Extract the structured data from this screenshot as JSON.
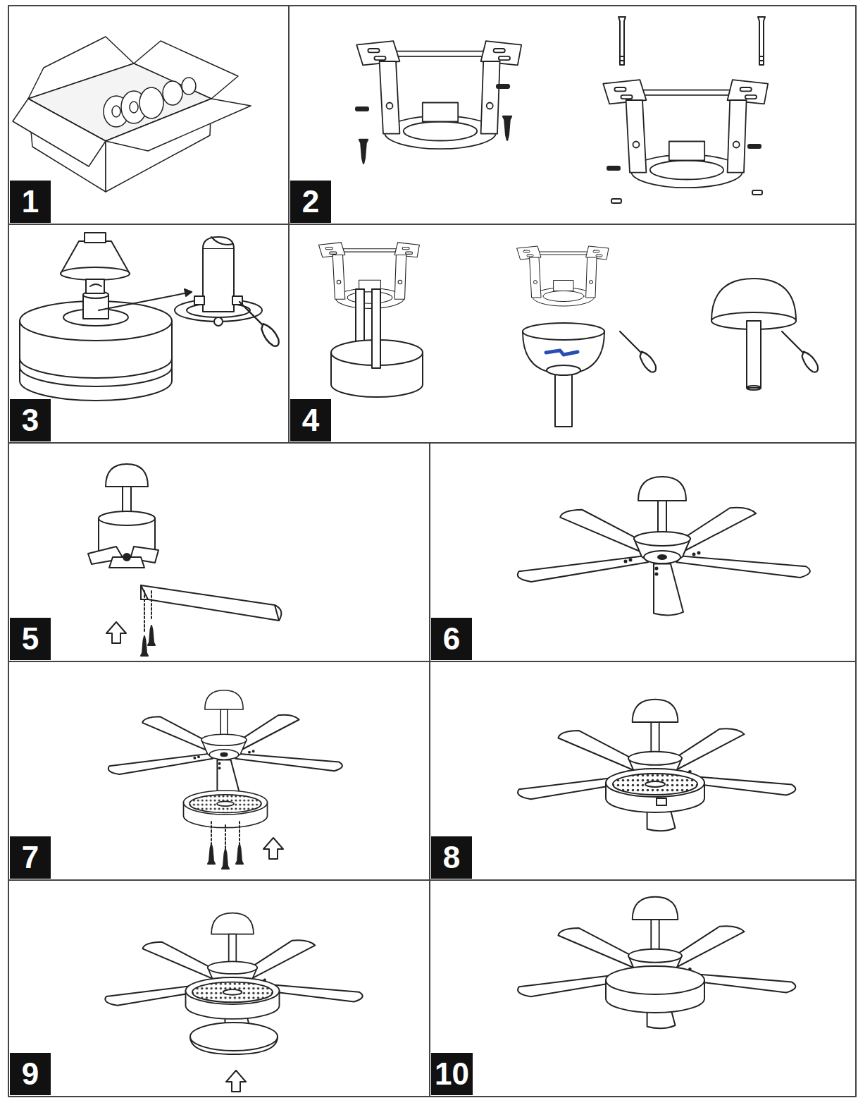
{
  "diagram": {
    "nodes": [
      {
        "text": [
          "1"
        ]
      },
      {
        "text": [
          "2"
        ]
      },
      {
        "text": [
          "3"
        ]
      },
      {
        "text": [
          "4"
        ]
      },
      {
        "text": [
          "5"
        ]
      },
      {
        "text": [
          "6"
        ]
      },
      {
        "text": [
          "7"
        ]
      },
      {
        "text": [
          "8"
        ]
      },
      {
        "text": [
          "9"
        ]
      },
      {
        "text": [
          "10"
        ]
      }
    ]
  }
}
